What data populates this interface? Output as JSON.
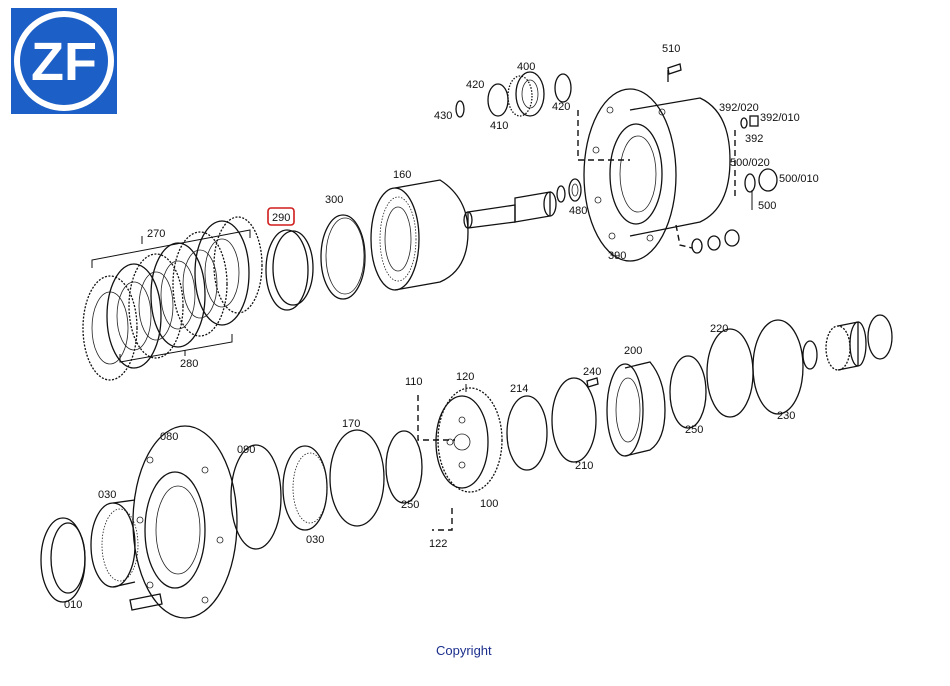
{
  "logo": {
    "text": "ZF",
    "background": "#1c5fc6",
    "foreground": "#ffffff"
  },
  "highlight_color": "#d01c1c",
  "labels": {
    "l510": "510",
    "l420a": "420",
    "l400": "400",
    "l430": "430",
    "l410": "410",
    "l420b": "420",
    "l392_020": "392/020",
    "l392_010": "392/010",
    "l392": "392",
    "l500_020": "500/020",
    "l500_010": "500/010",
    "l500": "500",
    "l480": "480",
    "l390": "390",
    "l160": "160",
    "l300": "300",
    "l290": "290",
    "l270": "270",
    "l280": "280",
    "l220": "220",
    "l200": "200",
    "l240": "240",
    "l230": "230",
    "l250a": "250",
    "l214": "214",
    "l210": "210",
    "l120": "120",
    "l110": "110",
    "l100": "100",
    "l122": "122",
    "l170": "170",
    "l250b": "250",
    "l090": "090",
    "l080": "080",
    "l030a": "030",
    "l030b": "030",
    "l010": "010"
  },
  "footer": {
    "copyright": "Copyright"
  }
}
